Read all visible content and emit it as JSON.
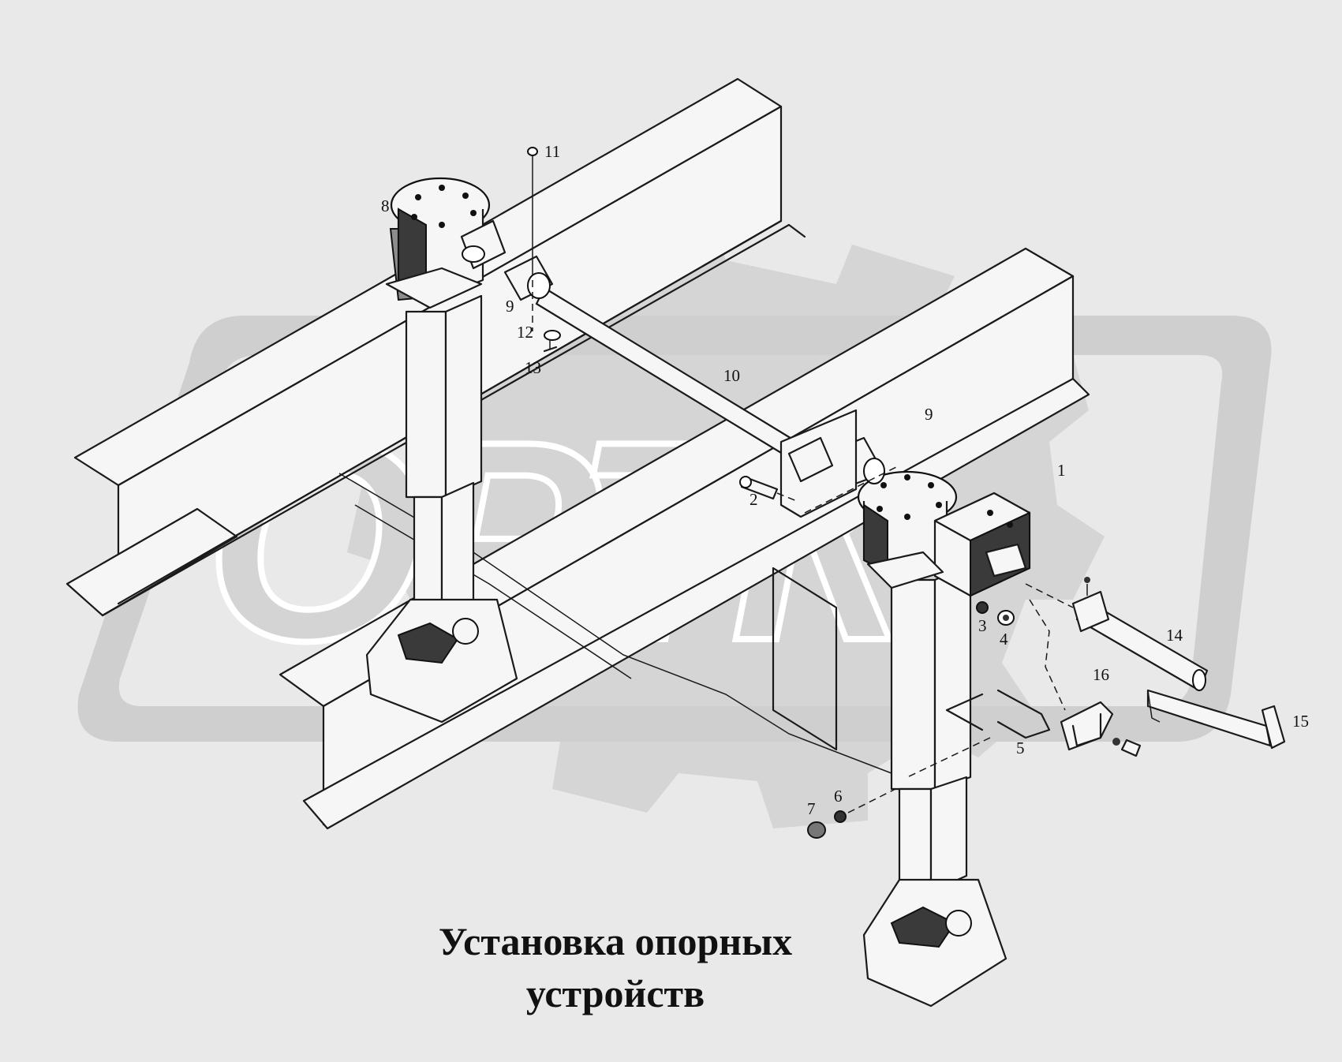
{
  "title": {
    "line1": "Установка опорных",
    "line2": "устройств"
  },
  "watermark": {
    "text": "ОРТК",
    "color": "#cfcfcf"
  },
  "callouts": {
    "c1": "1",
    "c2": "2",
    "c3": "3",
    "c4": "4",
    "c5": "5",
    "c6": "6",
    "c7": "7",
    "c8": "8",
    "c9a": "9",
    "c9b": "9",
    "c10": "10",
    "c11": "11",
    "c12": "12",
    "c13": "13",
    "c14": "14",
    "c15": "15",
    "c16": "16"
  },
  "colors": {
    "background": "#e9e9e9",
    "line": "#1a1a1a"
  }
}
